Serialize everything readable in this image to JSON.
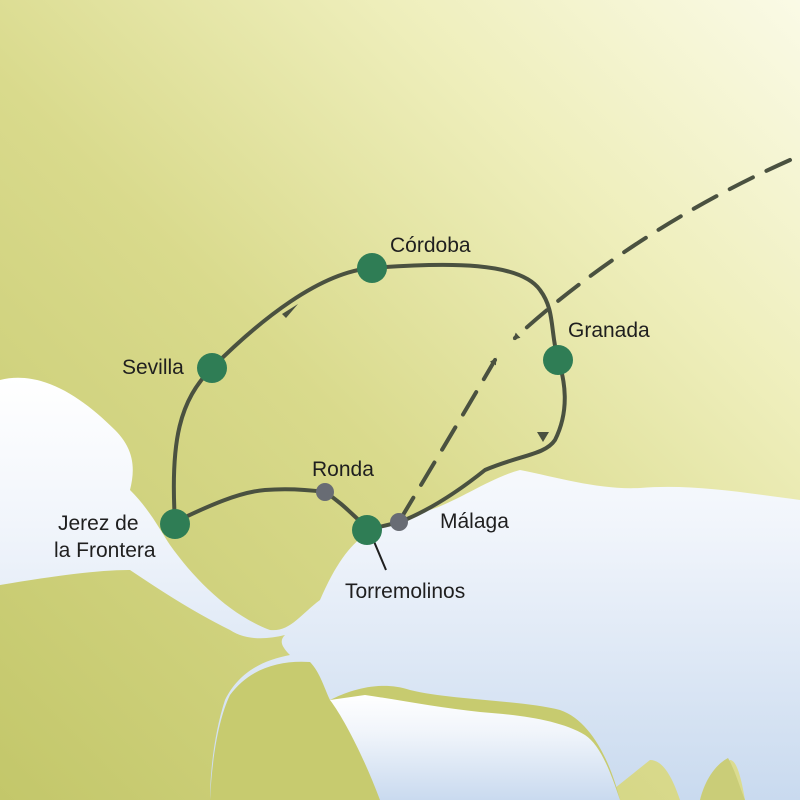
{
  "map": {
    "colors": {
      "land": "#c9cd74",
      "land_light": "#f7f6d4",
      "sea": "#eaf1f9",
      "route": "#4a5140",
      "stop_major": "#2f7d55",
      "stop_minor": "#686c74"
    },
    "cities": {
      "cordoba": "Córdoba",
      "sevilla": "Sevilla",
      "granada": "Granada",
      "ronda": "Ronda",
      "jerez_line1": "Jerez de",
      "jerez_line2": "la Frontera",
      "torremolinos": "Torremolinos",
      "malaga": "Málaga"
    },
    "legend_semantics": {
      "major_stop_icon": "overnight-stop-icon",
      "minor_stop_icon": "waypoint-icon",
      "flight_path": "dashed-flight-line"
    }
  }
}
